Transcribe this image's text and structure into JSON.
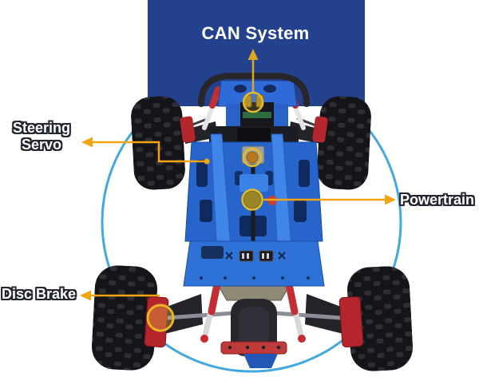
{
  "image": {
    "name": "rc-car-chassis-top-view"
  },
  "annotations": {
    "can_system": {
      "label": "CAN System"
    },
    "steering_servo": {
      "label": "Steering Servo",
      "line1": "Steering",
      "line2": "Servo"
    },
    "powertrain": {
      "label": "Powertrain"
    },
    "disc_brake": {
      "label": "Disc Brake"
    }
  },
  "colors": {
    "panel_blue": "#24418E",
    "accent_arrow_yellow": "#F2A413",
    "highlight_ring_yellow": "#E3BC2A",
    "outline_circle_blue": "#41A9DD",
    "label_text": "#FFFFFF",
    "label_outline": "#23252F",
    "chassis_blue": "#2E6FD4",
    "shock_red": "#C22E34",
    "tire_black": "#141419"
  }
}
